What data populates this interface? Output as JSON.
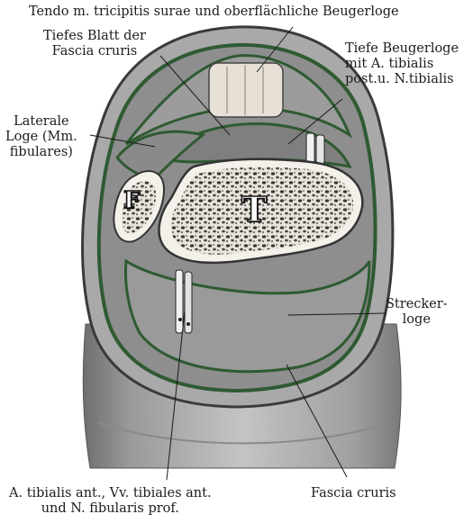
{
  "labels": {
    "top": "Tendo m. tricipitis surae und oberflächliche Beugerloge",
    "tiefes_blatt": [
      "Tiefes Blatt der",
      "Fascia cruris"
    ],
    "tiefe_beugerloge": [
      "Tiefe Beugerloge",
      "mit  A.  tibialis",
      "post.u. N.tibialis"
    ],
    "laterale_loge": [
      "Laterale",
      "Loge (Mm.",
      "fibulares)"
    ],
    "streckerloge": [
      "Strecker-",
      "loge"
    ],
    "arteria": [
      "A. tibialis ant., Vv. tibiales ant.",
      "und N. fibularis prof."
    ],
    "fascia_cruris": "Fascia cruris"
  },
  "bones": {
    "fibula": "F",
    "tibia": "T"
  }
}
